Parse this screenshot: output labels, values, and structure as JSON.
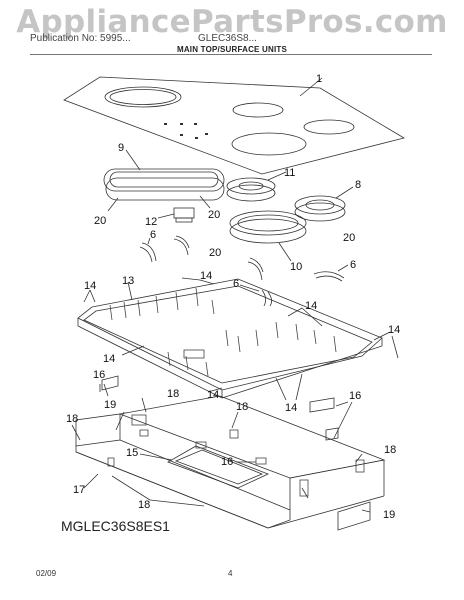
{
  "watermark": "AppliancePartsPros.com",
  "header": {
    "left_text": "Publication No: 5995...",
    "right_text": "GLEC36S8..."
  },
  "section_title": "MAIN TOP/SURFACE UNITS",
  "model_number": "MGLEC36S8ES1",
  "footer": {
    "date": "02/09",
    "page": "4"
  },
  "callouts": {
    "c1": "1",
    "c9": "9",
    "c11": "11",
    "c8": "8",
    "c20a": "20",
    "c20b": "20",
    "c20c": "20",
    "c20d": "20",
    "c12": "12",
    "c6a": "6",
    "c6b": "6",
    "c6c": "6",
    "c10": "10",
    "c13": "13",
    "c14a": "14",
    "c14b": "14",
    "c14c": "14",
    "c14d": "14",
    "c14e": "14",
    "c14f": "14",
    "c14g": "14",
    "c16a": "16",
    "c16b": "16",
    "c16c": "16",
    "c18a": "18",
    "c18b": "18",
    "c18c": "18",
    "c18d": "18",
    "c18e": "18",
    "c19a": "19",
    "c19b": "19",
    "c15": "15",
    "c17": "17"
  }
}
